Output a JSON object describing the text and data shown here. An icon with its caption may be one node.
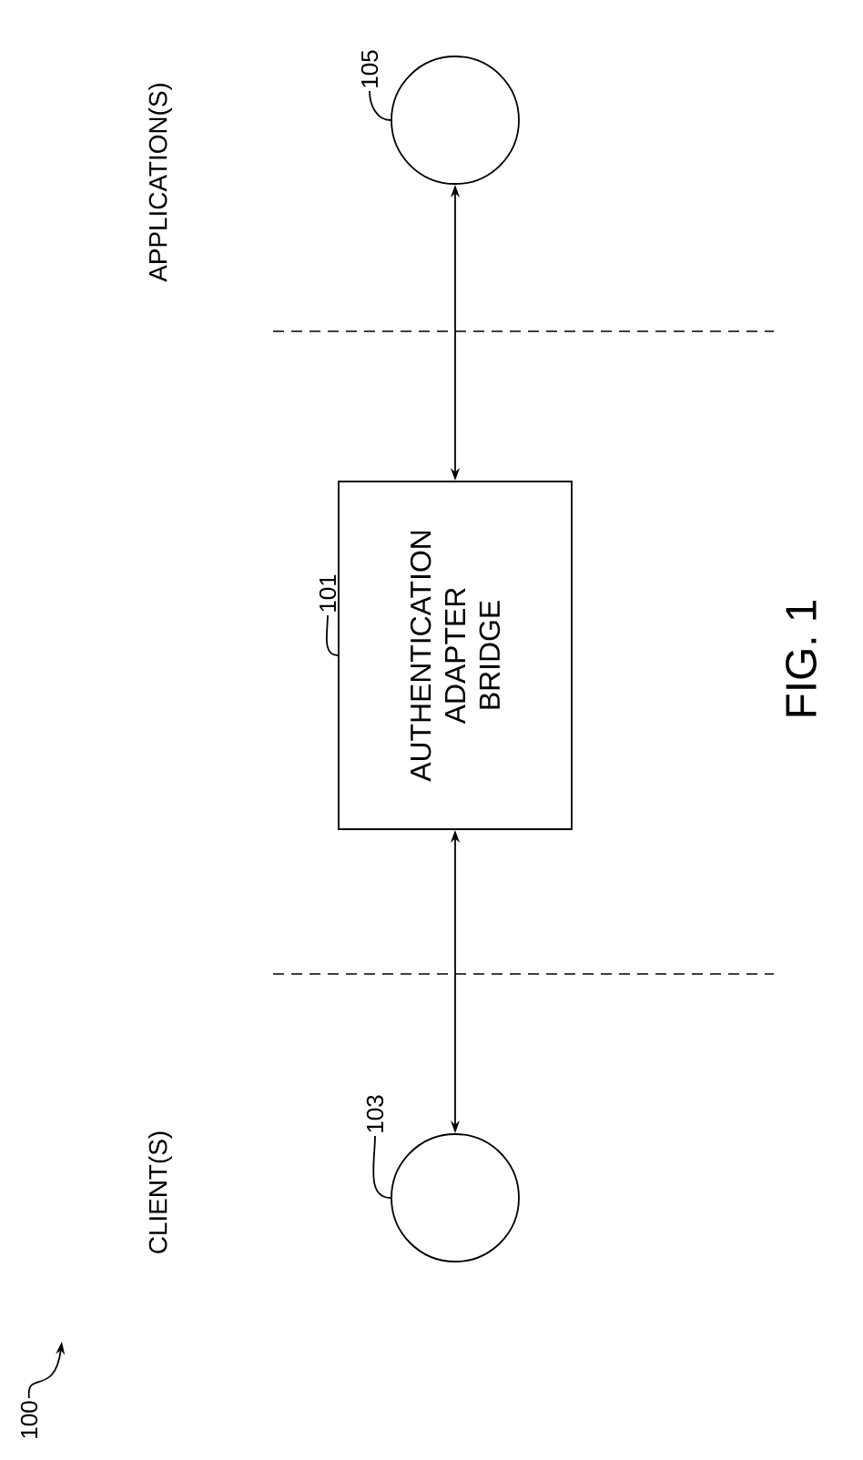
{
  "diagram": {
    "nodes": [
      {
        "text": [
          "AUTHENTICATION ADAPTER BRIDGE"
        ]
      },
      {
        "text": [],
        "shape": "circle"
      },
      {
        "text": [],
        "shape": "circle"
      },
      {
        "text": [
          "101"
        ]
      },
      {
        "text": [
          "103"
        ]
      },
      {
        "text": [
          "105"
        ]
      },
      {
        "text": [
          "100"
        ]
      }
    ],
    "edges": [
      {
        "from": 0,
        "to": 1,
        "arrow": "both"
      },
      {
        "from": 0,
        "to": 2,
        "arrow": "both"
      },
      {
        "from": 3,
        "to": 0,
        "arrow": "none"
      },
      {
        "from": 4,
        "to": 2,
        "arrow": "none"
      },
      {
        "from": 5,
        "to": 1,
        "arrow": "none"
      },
      {
        "from": 6,
        "to": null,
        "arrow": "to"
      }
    ],
    "labels": [
      "APPLICATION(S)",
      "CLIENT(S)",
      "FIG. 1"
    ]
  }
}
